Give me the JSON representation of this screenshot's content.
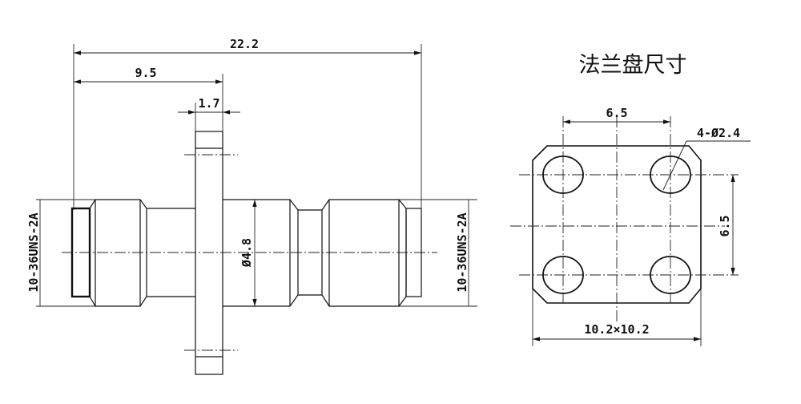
{
  "side_view": {
    "dim_overall_length": "22.2",
    "dim_to_flange": "9.5",
    "dim_flange_thickness": "1.7",
    "dim_body_diameter": "Ø4.8",
    "thread_left": "10-36UNS-2A",
    "thread_right": "10-36UNS-2A"
  },
  "flange_view": {
    "title": "法兰盘尺寸",
    "dim_hole_spacing_x": "6.5",
    "dim_hole_spacing_y": "6.5",
    "dim_holes": "4-Ø2.4",
    "dim_size": "10.2×10.2"
  }
}
